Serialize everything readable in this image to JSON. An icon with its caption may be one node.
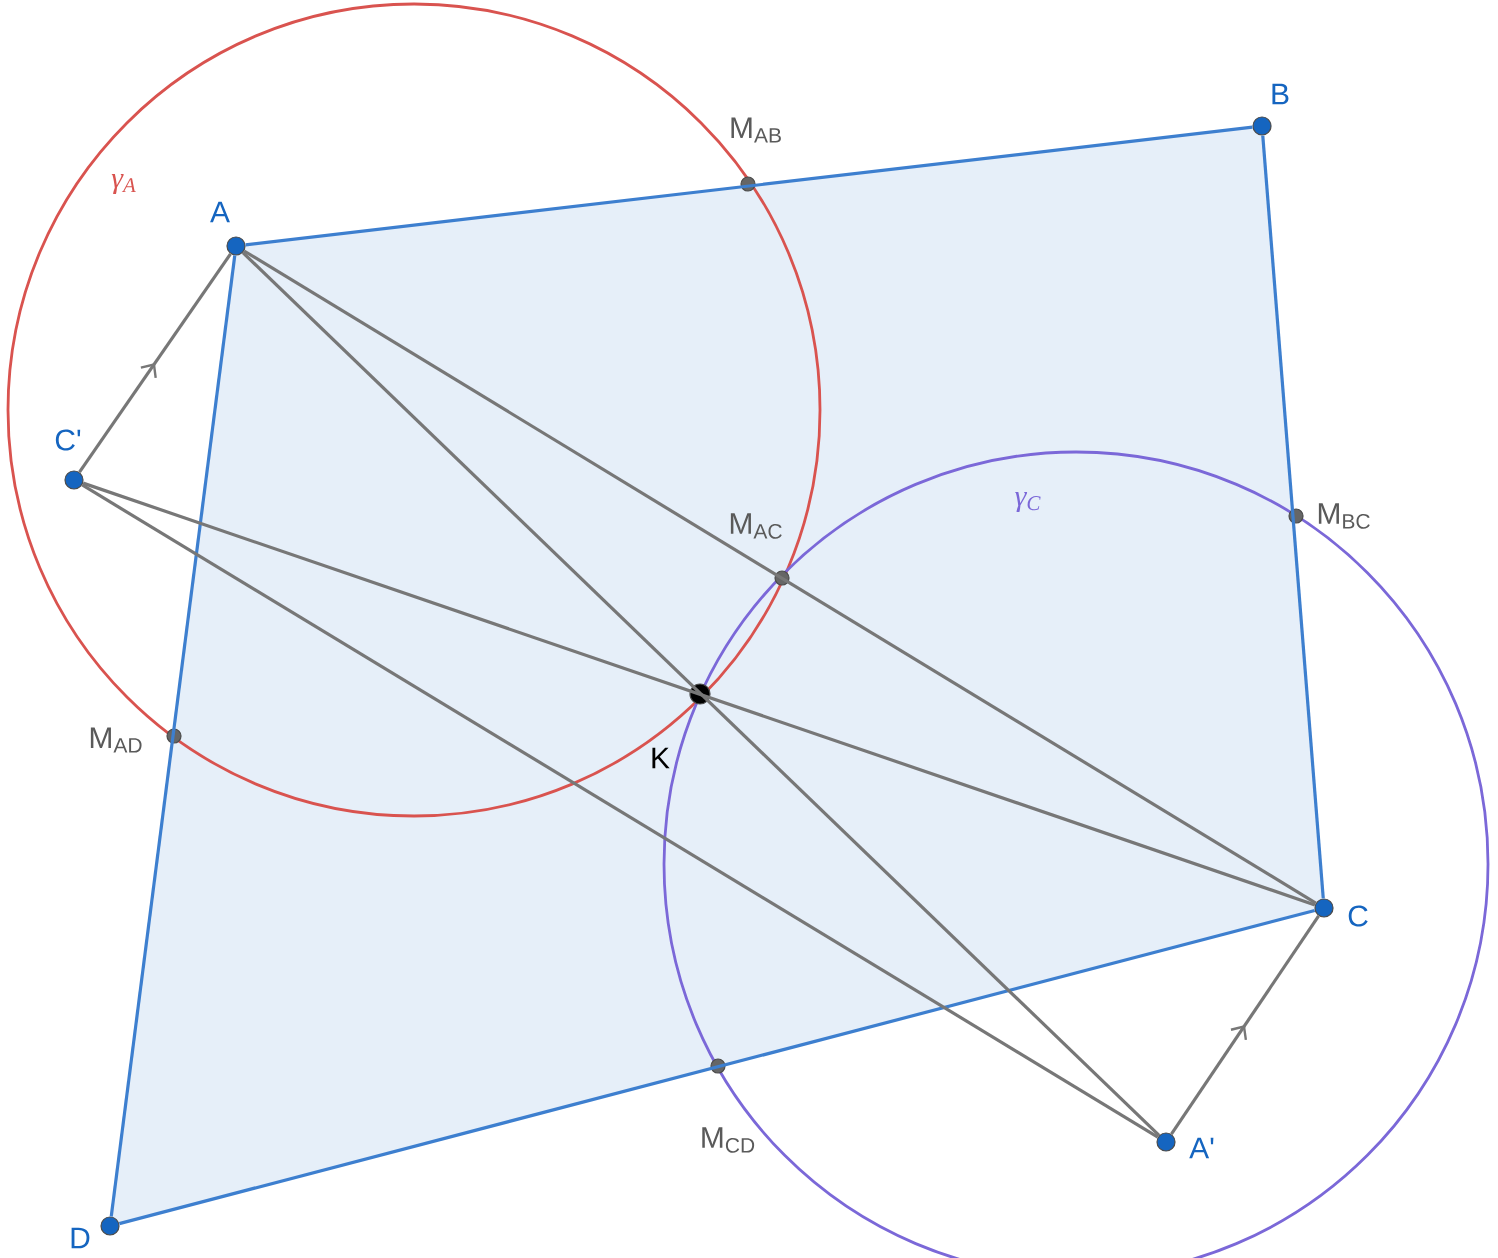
{
  "diagram": {
    "nodes": [
      {
        "text": [
          "A"
        ]
      },
      {
        "text": [
          "B"
        ]
      },
      {
        "text": [
          "C"
        ]
      },
      {
        "text": [
          "D"
        ]
      },
      {
        "text": [
          "C'"
        ]
      },
      {
        "text": [
          "A'"
        ]
      },
      {
        "text": [
          "K"
        ]
      },
      {
        "text": [
          "M$_{AB}$"
        ]
      },
      {
        "text": [
          "M$_{BC}$"
        ]
      },
      {
        "text": [
          "M$_{AC}$"
        ]
      },
      {
        "text": [
          "M$_{AD}$"
        ]
      },
      {
        "text": [
          "M$_{CD}$"
        ]
      }
    ],
    "edges": [
      {
        "from": 0,
        "to": 1,
        "arrow": "none",
        "color": "#3d7fcf"
      },
      {
        "from": 1,
        "to": 2,
        "arrow": "none",
        "color": "#3d7fcf"
      },
      {
        "from": 2,
        "to": 3,
        "arrow": "none",
        "color": "#3d7fcf"
      },
      {
        "from": 3,
        "to": 0,
        "arrow": "none",
        "color": "#3d7fcf"
      },
      {
        "from": 0,
        "to": 2,
        "arrow": "none"
      },
      {
        "from": 0,
        "to": 5,
        "arrow": "none"
      },
      {
        "from": 4,
        "to": 2,
        "arrow": "none"
      },
      {
        "from": 4,
        "to": 5,
        "arrow": "none"
      },
      {
        "from": 4,
        "to": 0,
        "arrow": "to"
      },
      {
        "from": 5,
        "to": 2,
        "arrow": "to"
      }
    ],
    "labels": [
      "γ$_{A}$",
      "γ$_{C}$"
    ]
  }
}
